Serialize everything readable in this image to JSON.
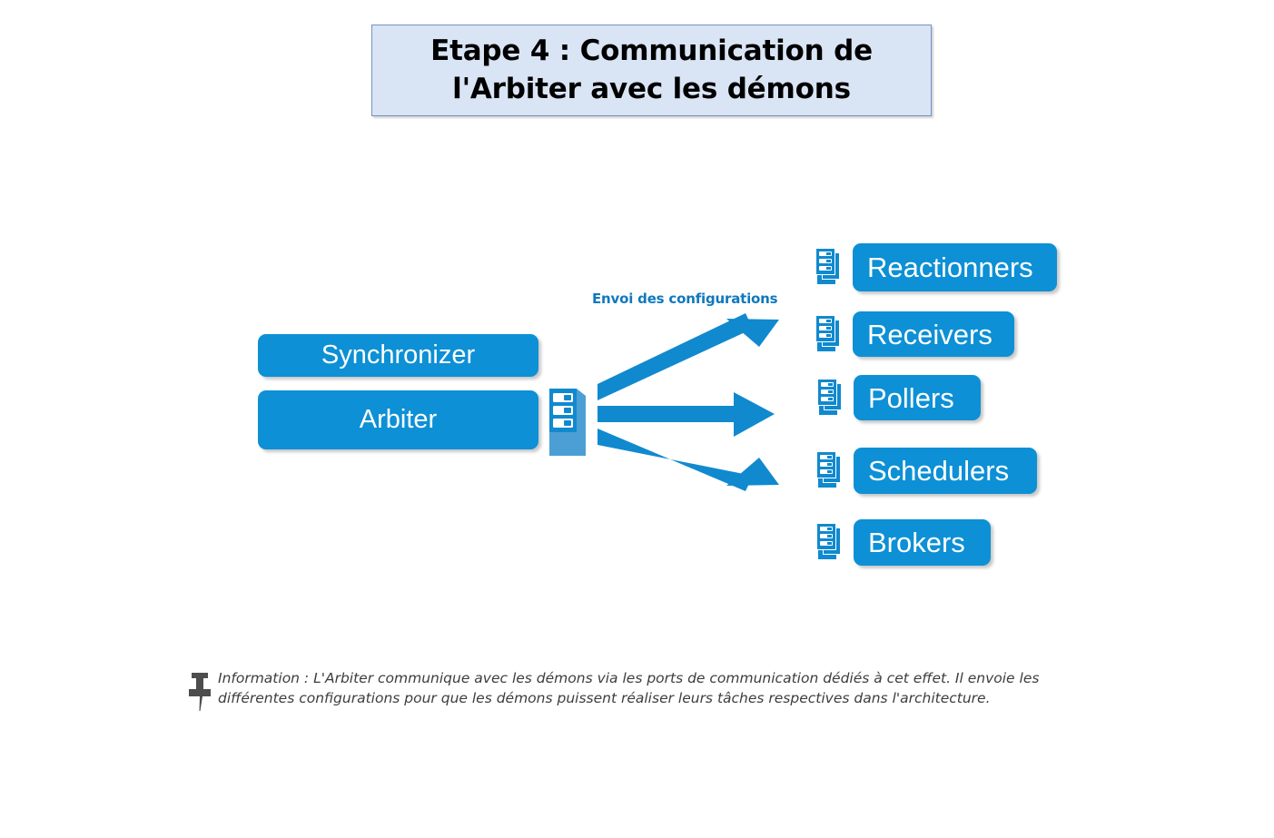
{
  "title": {
    "text": "Etape 4 : Communication de\nl'Arbiter avec les démons",
    "background": "#d9e4f5",
    "border_color": "#7593bf"
  },
  "theme": {
    "accent_blue": "#0d90d5",
    "rack_blue": "#4b9fd5",
    "caption_blue": "#1078be",
    "note_gray": "#3d3d3d"
  },
  "left_cluster": {
    "boxes": [
      {
        "label": "Synchronizer",
        "name": "synchronizer"
      },
      {
        "label": "Arbiter",
        "name": "arbiter"
      }
    ],
    "rack_icon": "server-rack-icon"
  },
  "flow": {
    "caption": "Envoi des configurations",
    "arrow_count": 3,
    "arrows": [
      {
        "name": "arrow-up",
        "direction": "up-right"
      },
      {
        "name": "arrow-straight",
        "direction": "right"
      },
      {
        "name": "arrow-down",
        "direction": "down-right"
      }
    ]
  },
  "daemons": [
    {
      "label": "Reactionners",
      "name": "reactionners",
      "icon": "stacked-servers-icon"
    },
    {
      "label": "Receivers",
      "name": "receivers",
      "icon": "stacked-servers-icon"
    },
    {
      "label": "Pollers",
      "name": "pollers",
      "icon": "stacked-servers-icon"
    },
    {
      "label": "Schedulers",
      "name": "schedulers",
      "icon": "stacked-servers-icon"
    },
    {
      "label": "Brokers",
      "name": "brokers",
      "icon": "stacked-servers-icon"
    }
  ],
  "footer": {
    "icon": "pushpin-icon",
    "text": "Information : L'Arbiter communique avec les démons via les ports de communication dédiés à cet effet. Il envoie les différentes configurations pour que les démons puissent réaliser leurs tâches respectives dans l'architecture."
  }
}
